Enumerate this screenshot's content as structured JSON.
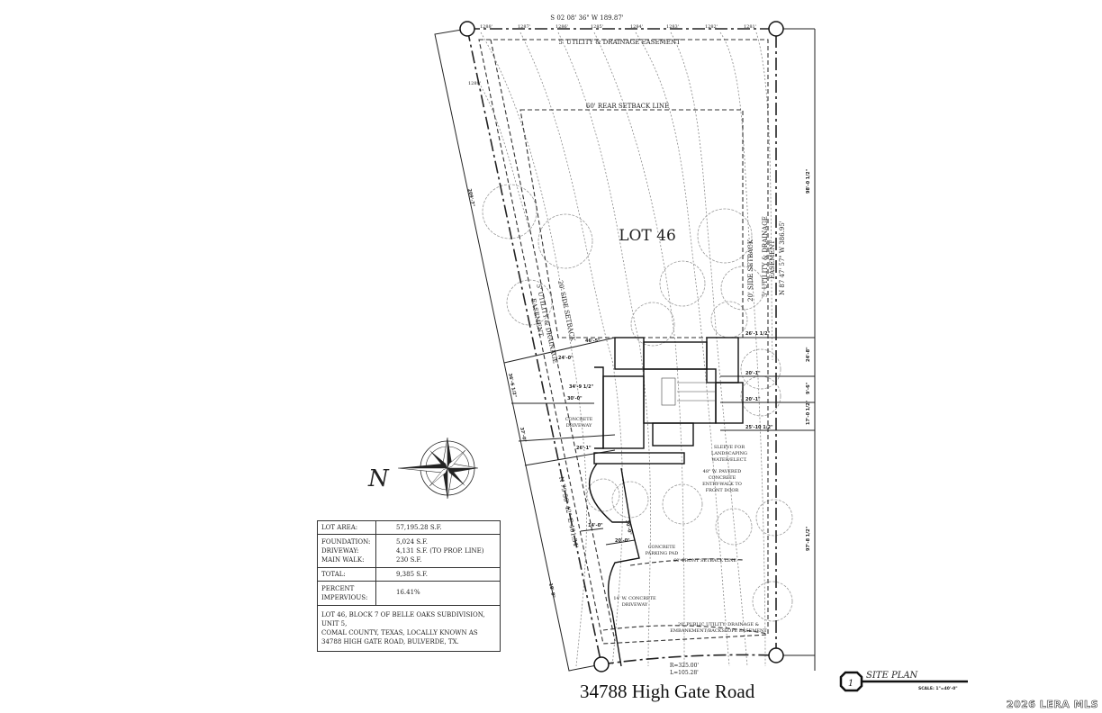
{
  "drawing": {
    "top_bearing": "S 02 08' 36\" W     189.87'",
    "contour_labels": [
      "1288'",
      "1287'",
      "1286'",
      "1285'",
      "1284'",
      "1283'",
      "1282'",
      "1281'",
      "1289'"
    ],
    "rear_easement": "5' UTILITY & DRAINAGE EASEMENT",
    "rear_setback": "60' REAR SETBACK LINE",
    "lot_label": "LOT 46",
    "left_setback": "20' SIDE SETBACK",
    "left_easement_1": "5' UTILITY & DRAINAGE",
    "left_easement_2": "EASEMENT",
    "right_setback": "20' SIDE SETBACK",
    "right_easement_1": "5' UTILITY & DRAINAGE",
    "right_easement_2": "EASEMENT",
    "right_bearing": "N 87 47' 57\" W    386.95'",
    "left_bearing": "N 79 56' 42\" E    401.34'",
    "dims": {
      "left_total": "209'-7\"",
      "left_a": "36'-6 1/2\"",
      "left_b": "37'-0\"",
      "left_c": "18'-8\"",
      "house_top": "46'-5\"",
      "garage_w": "24'-0\"",
      "garage_a": "34'-9 1/2\"",
      "garage_b": "30'-0\"",
      "garage_c": "26'-1\"",
      "pad_a": "14'-0\"",
      "pad_b": "20'-0\"",
      "pad_c": "30'-0\"",
      "right_a": "26'-1 1/2\"",
      "right_b": "20'-1\"",
      "right_c": "20'-1\"",
      "right_d": "25'-10 1/2\"",
      "far_right_top": "98'-0 1/2\"",
      "far_right_a": "24'-8\"",
      "far_right_b": "9'-6\"",
      "far_right_c": "17'-0 1/2\"",
      "far_right_bottom": "97'-8 1/2\""
    },
    "notes": {
      "concrete_driveway": [
        "CONCRETE",
        "DRIVEWAY"
      ],
      "sleeve": [
        "SLEEVE FOR",
        "LANDSCAPING",
        "WATER/ELECT."
      ],
      "entry_walk": [
        "48\" W. PAVERED",
        "CONCRETE",
        "ENTRY-WALK TO",
        "FRONT DOOR"
      ],
      "parking_pad": [
        "CONCRETE",
        "PARKING PAD"
      ],
      "front_setback": "60' FRONT SETBACK LINE",
      "driveway_14": [
        "14' W. CONCRETE",
        "DRIVEWAY"
      ],
      "public_easement": [
        "20' PUBLIC UTILITY, DRAINAGE &",
        "EMBANKMENT/BACKSLOPE EASEMENT"
      ],
      "curve_r": "R=325.00'",
      "curve_l": "L=105.28'"
    },
    "compass_label": "N",
    "title_block": {
      "number": "1",
      "title": "SITE PLAN",
      "scale": "SCALE: 1\"=40'-0\""
    }
  },
  "table": {
    "lot_area_label": "LOT AREA:",
    "lot_area_value": "57,195.28 S.F.",
    "items": [
      {
        "label": "FOUNDATION:",
        "value": "5,024 S.F."
      },
      {
        "label": "DRIVEWAY:",
        "value": "4,131 S.F. (TO PROP. LINE)"
      },
      {
        "label": "MAIN WALK:",
        "value": "230 S.F."
      }
    ],
    "total_label": "TOTAL:",
    "total_value": "9,385 S.F.",
    "impervious_label": [
      "PERCENT",
      "IMPERVIOUS:"
    ],
    "impervious_value": "16.41%",
    "legal": [
      "LOT 46, BLOCK 7 OF BELLE OAKS SUBDIVISION, UNIT 5,",
      "COMAL COUNTY, TEXAS, LOCALLY KNOWN AS",
      "34788 HIGH GATE ROAD, BULVERDE, TX."
    ]
  },
  "address": "34788 High Gate Road",
  "watermark": "2026 LERA MLS"
}
